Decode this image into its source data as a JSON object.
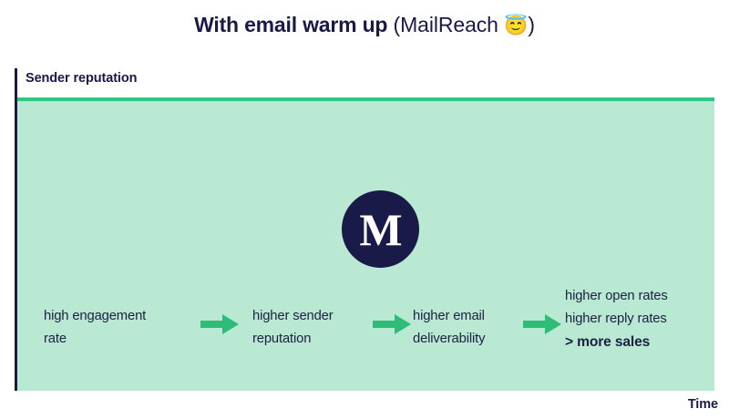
{
  "title": {
    "strong": "With email warm up",
    "light": " (MailReach ",
    "emoji": "😇",
    "close": ")"
  },
  "axes": {
    "y_label": "Sender reputation",
    "x_label": "Time"
  },
  "logo": {
    "letter": "M",
    "name": "mailreach-logo"
  },
  "flow": {
    "steps": [
      {
        "lines": [
          "high engagement",
          "rate"
        ],
        "bold_lines": []
      },
      {
        "lines": [
          "higher sender",
          "reputation"
        ],
        "bold_lines": []
      },
      {
        "lines": [
          "higher email",
          "deliverability"
        ],
        "bold_lines": []
      },
      {
        "lines": [
          "higher open rates",
          "higher reply rates"
        ],
        "bold_lines": [
          "> more sales"
        ]
      }
    ],
    "arrow_icon": "arrow-right-icon",
    "arrow_count": 3
  },
  "colors": {
    "navy": "#191a47",
    "band_fill": "#b9e8d3",
    "band_line": "#2ec97f",
    "arrow": "#2ebd78",
    "text": "#1d2040",
    "background": "#ffffff"
  },
  "chart_data": {
    "type": "area",
    "title": "With email warm up (MailReach 😇)",
    "xlabel": "Time",
    "ylabel": "Sender reputation",
    "grid": false,
    "legend": "none",
    "series": [
      {
        "name": "Sender reputation with email warm up",
        "x": [
          0,
          1
        ],
        "values": [
          100,
          100
        ],
        "note": "Constant high sender reputation sustained over time (flat line at top of plot, filled area beneath)"
      }
    ],
    "ylim": [
      0,
      100
    ],
    "annotations": [
      "high engagement rate",
      "higher sender reputation",
      "higher email deliverability",
      "higher open rates",
      "higher reply rates",
      "> more sales"
    ]
  }
}
